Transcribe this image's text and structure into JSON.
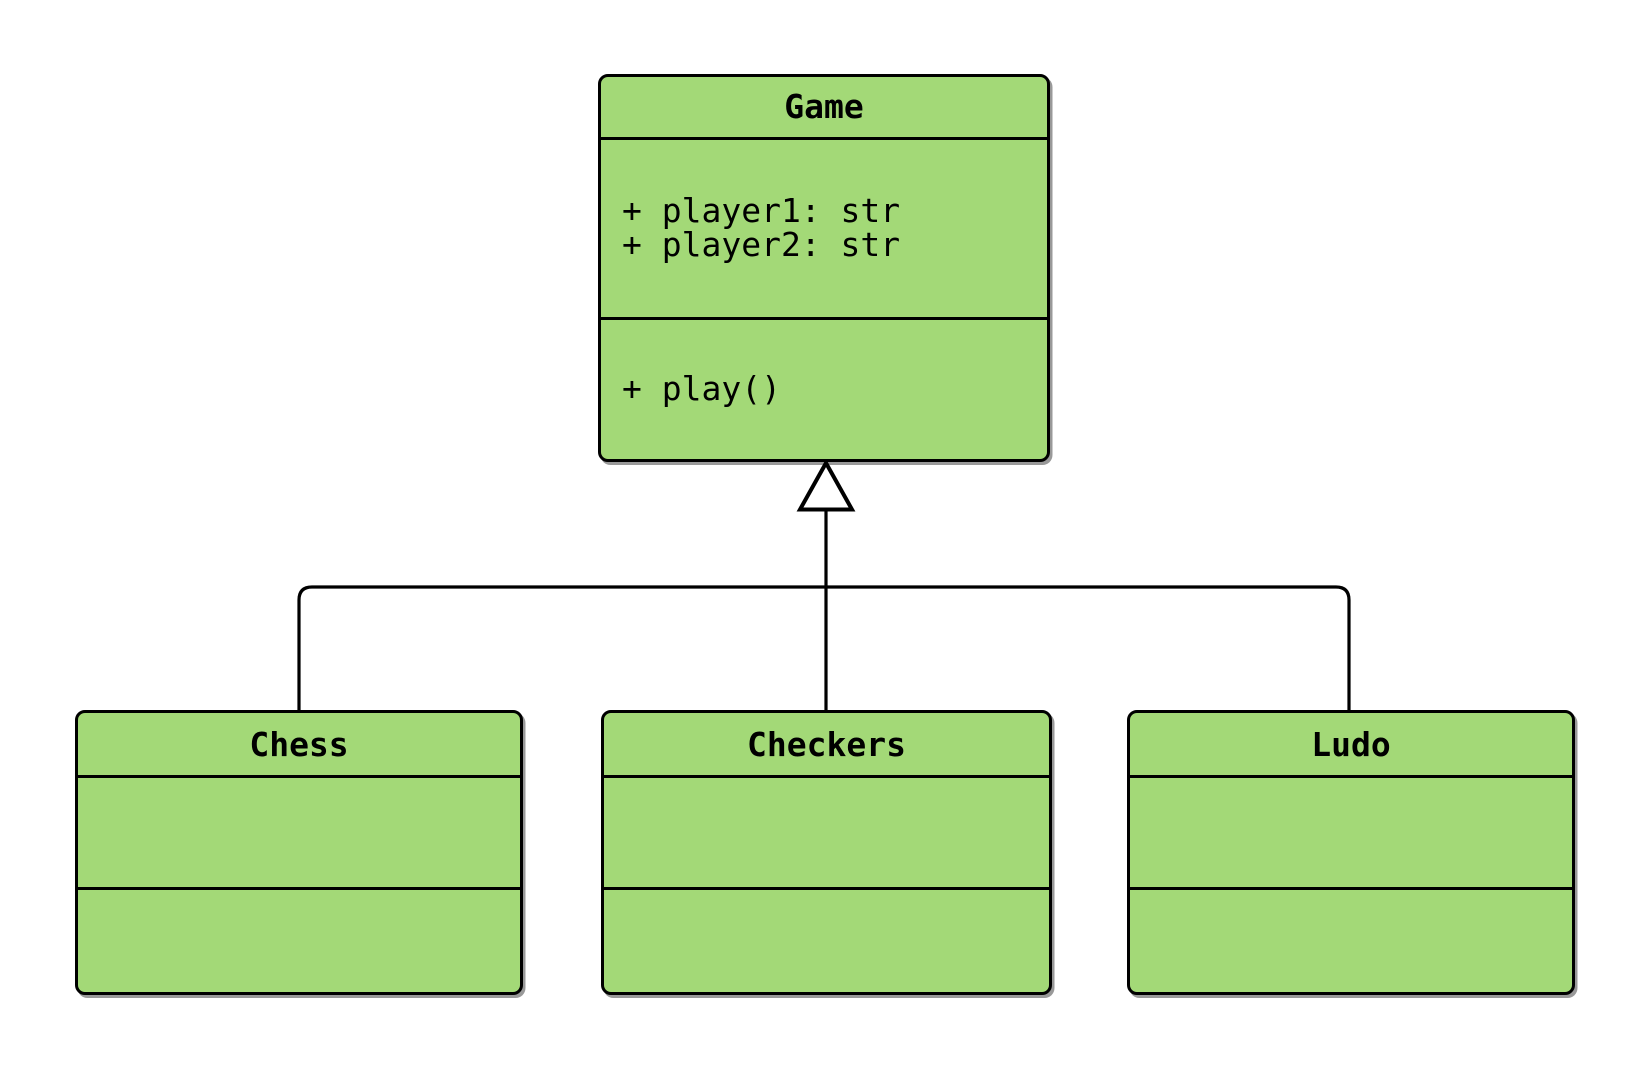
{
  "diagram": {
    "type": "uml-class-diagram",
    "background": "#FFFFFF"
  },
  "colors": {
    "node_fill": "#A3D977",
    "node_border": "#000000",
    "connector_line": "#000000",
    "inheritance_triangle_fill": "#FFFFFF"
  },
  "classes": [
    {
      "name": "Game",
      "attributes": [
        "+ player1: str",
        "+ player2: str"
      ],
      "methods": [
        "+ play()"
      ]
    },
    {
      "name": "Chess",
      "attributes": [],
      "methods": []
    },
    {
      "name": "Checkers",
      "attributes": [],
      "methods": []
    },
    {
      "name": "Ludo",
      "attributes": [],
      "methods": []
    }
  ],
  "relationships": [
    {
      "type": "inheritance",
      "from": "Chess",
      "to": "Game"
    },
    {
      "type": "inheritance",
      "from": "Checkers",
      "to": "Game"
    },
    {
      "type": "inheritance",
      "from": "Ludo",
      "to": "Game"
    }
  ]
}
